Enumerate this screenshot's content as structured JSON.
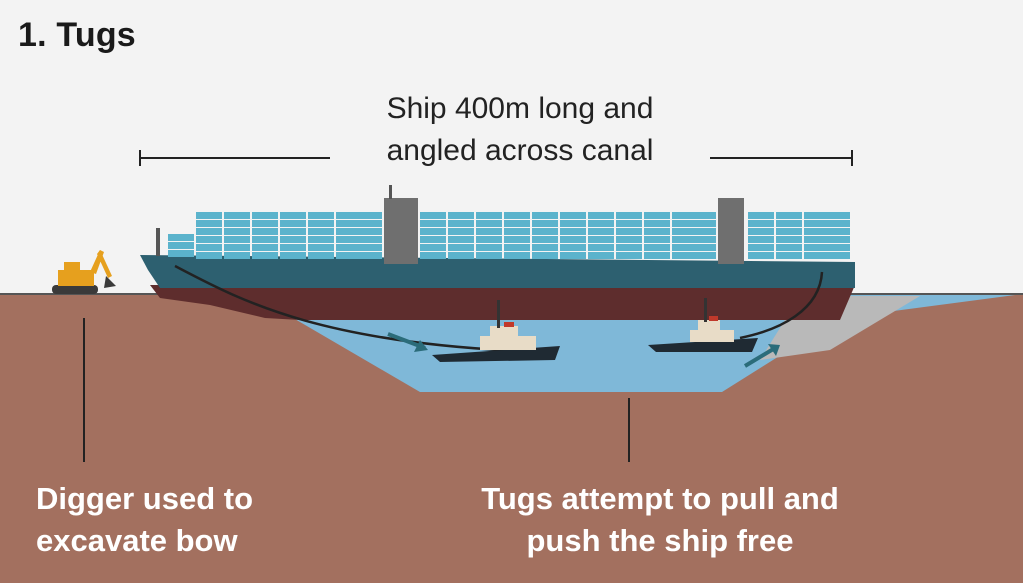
{
  "title": "1. Tugs",
  "ship_caption": {
    "line1": "Ship 400m long and",
    "line2": "angled across canal"
  },
  "digger_label": {
    "line1": "Digger used to",
    "line2": "excavate bow"
  },
  "tugs_label": {
    "line1": "Tugs attempt to pull and",
    "line2": "push the ship free"
  },
  "colors": {
    "background": "#f3f3f3",
    "ground": "#a3705f",
    "water": "#7fb8d8",
    "hull_top": "#2d6070",
    "hull_bottom": "#5e2d2d",
    "containers": "#5bb3cc",
    "tug_hull": "#1f2a33",
    "digger": "#e6a01e",
    "arrow": "#2b6c7a",
    "label_text": "#ffffff"
  },
  "icons": [
    "ship-icon",
    "tug-icon",
    "digger-icon",
    "arrow-icon"
  ]
}
